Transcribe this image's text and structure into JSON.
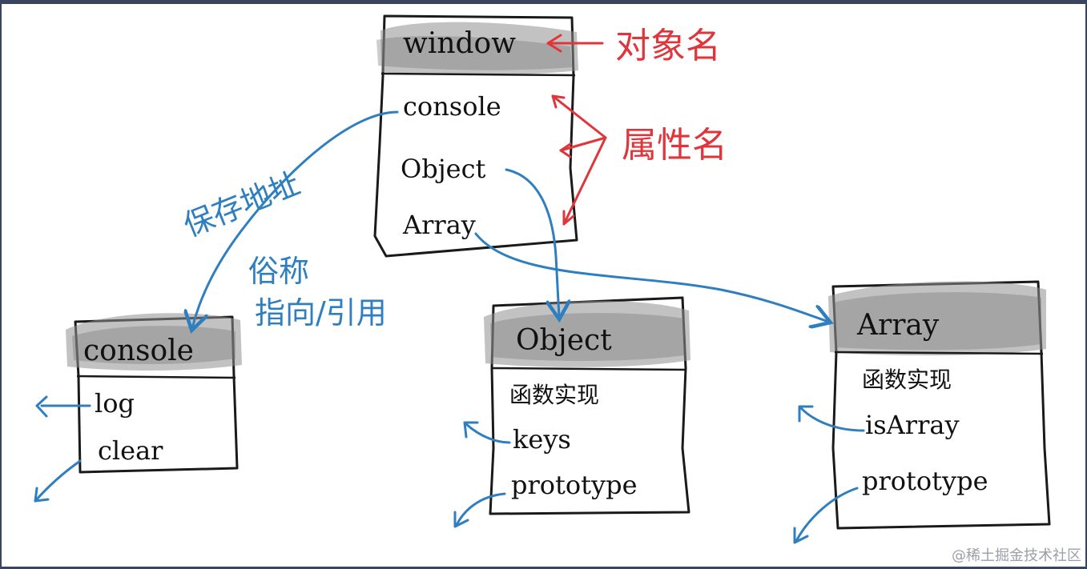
{
  "boxes": {
    "window": {
      "title": "window",
      "items": [
        "console",
        "Object",
        "Array"
      ]
    },
    "console": {
      "title": "console",
      "items": [
        "log",
        "clear"
      ]
    },
    "object": {
      "title": "Object",
      "items": [
        "函数实现",
        "keys",
        "prototype"
      ]
    },
    "array": {
      "title": "Array",
      "items": [
        "函数实现",
        "isArray",
        "prototype"
      ]
    }
  },
  "annotations": {
    "object_name": "对象名",
    "property_name": "属性名",
    "save_address": "保存地址",
    "alias_1": "俗称",
    "alias_2": "指向/引用"
  },
  "watermark": "@稀土掘金技术社区",
  "colors": {
    "blue": "#2f7fc0",
    "red": "#e0353b",
    "frame": "#3a4660"
  }
}
